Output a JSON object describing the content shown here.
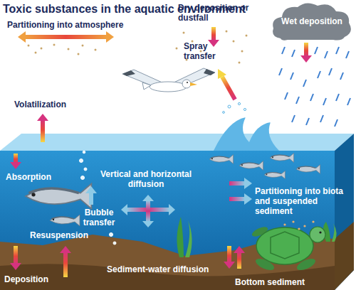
{
  "diagram": {
    "title": "Toxic substances in the aquatic environment",
    "nodes": [
      {
        "text": [
          "Wet deposition"
        ]
      }
    ],
    "labels": [
      "Partitioning into atmosphere",
      "Dry deposition or dustfall",
      "Spray transfer",
      "Volatilization",
      "Absorption",
      "Vertical and horizontal diffusion",
      "Bubble transfer",
      "Partitioning into biota and suspended sediment",
      "Resuspension",
      "Deposition",
      "Sediment-water diffusion",
      "Bottom sediment"
    ]
  }
}
